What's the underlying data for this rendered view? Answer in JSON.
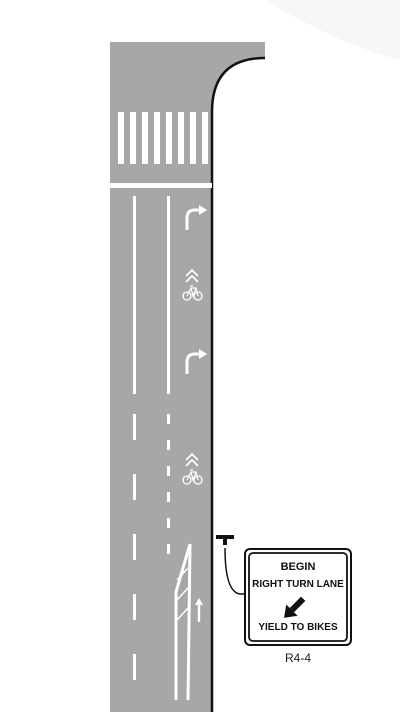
{
  "colors": {
    "road": "#a7a7a7",
    "marking": "#ffffff",
    "curb": "#111111",
    "sign_border": "#111111",
    "sign_background": "#ffffff"
  },
  "pavement_markings": [
    "crosswalk-icon",
    "right-turn-arrow-icon",
    "sharrow-icon",
    "right-turn-arrow-icon",
    "sharrow-icon",
    "straight-arrow-icon"
  ],
  "sign": {
    "lines": [
      "BEGIN",
      "RIGHT TURN LANE",
      "YIELD TO BIKES"
    ],
    "arrow_icon": "diagonal-left-arrow-icon",
    "code": "R4-4"
  }
}
